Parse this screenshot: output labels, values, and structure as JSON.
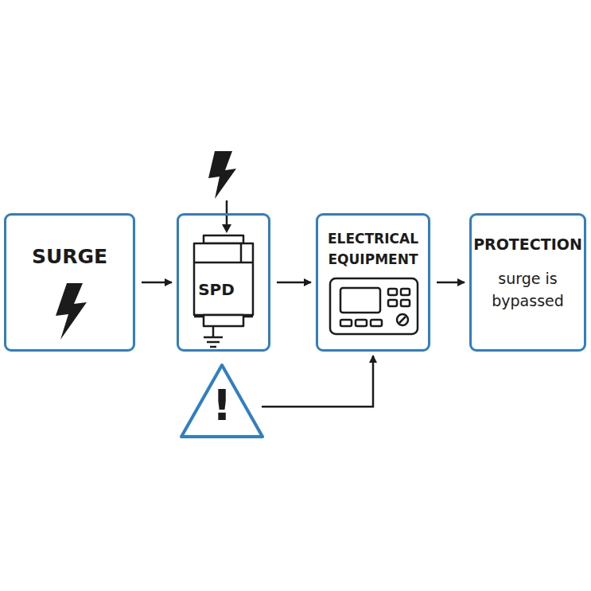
{
  "diagram": {
    "nodes": [
      {
        "text": [
          "SURGE"
        ]
      },
      {
        "text": [
          "SPD"
        ]
      },
      {
        "text": [
          "ELECTRICAL EQUIPMENT"
        ]
      },
      {
        "text": [
          "PROTECTION",
          "surge is bypassed"
        ]
      },
      {
        "text": [
          "!"
        ]
      }
    ],
    "edges": [
      {
        "from": 0,
        "to": 1,
        "arrow": "to"
      },
      {
        "from": 1,
        "to": 2,
        "arrow": "to"
      },
      {
        "from": 2,
        "to": 3,
        "arrow": "to"
      },
      {
        "from": 4,
        "to": 2,
        "arrow": "to"
      }
    ]
  }
}
